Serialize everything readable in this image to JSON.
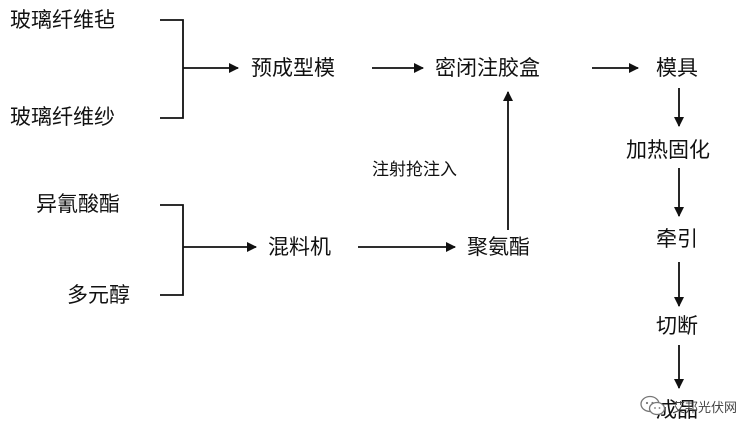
{
  "inputs": {
    "glass_fiber_mat": "玻璃纤维毡",
    "glass_fiber_yarn": "玻璃纤维纱",
    "isocyanate": "异氰酸酯",
    "polyol": "多元醇"
  },
  "steps": {
    "preforming": "预成型模",
    "injection_box": "密闭注胶盒",
    "mold": "模具",
    "heat_cure": "加热固化",
    "pulling": "牵引",
    "cutting": "切断",
    "product": "成品",
    "mixer": "混料机",
    "polyurethane": "聚氨酯"
  },
  "annotations": {
    "injection": "注射抢注入"
  },
  "watermark": {
    "text": "艾邦光伏网",
    "icon": "wechat-icon"
  }
}
